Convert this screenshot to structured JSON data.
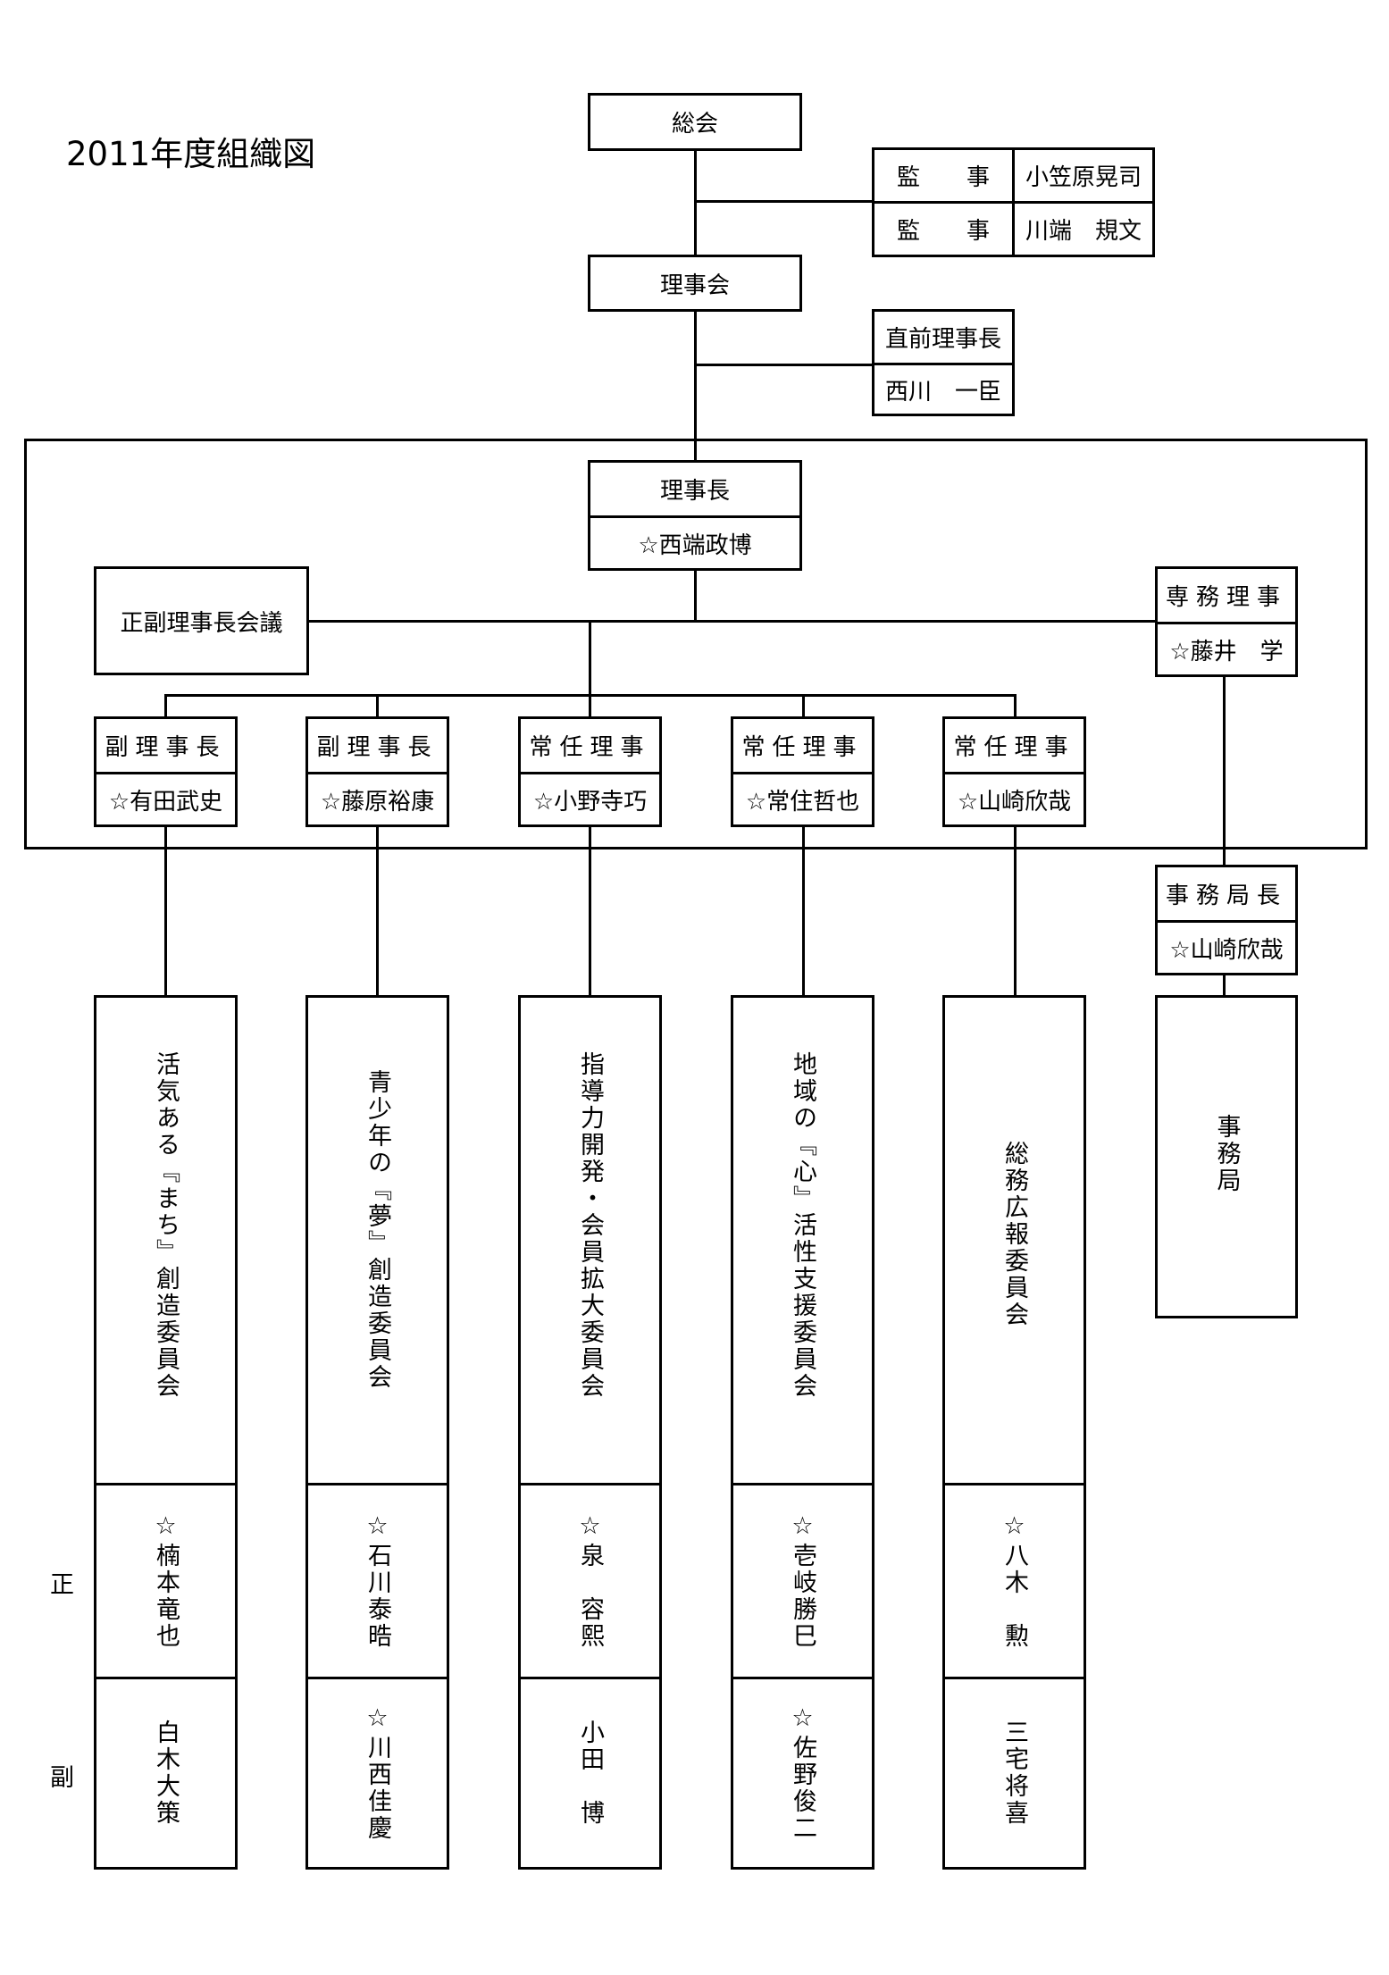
{
  "title": "2011年度組織図",
  "general_assembly": "総会",
  "auditors": [
    {
      "role": "監　　事",
      "name": "小笠原晃司"
    },
    {
      "role": "監　　事",
      "name": "川端　規文"
    }
  ],
  "board": "理事会",
  "past_president": {
    "role": "直前理事長",
    "name": "西川　一臣"
  },
  "president": {
    "role": "理事長",
    "name": "☆西端政博"
  },
  "vice_meeting": "正副理事長会議",
  "executive_director": {
    "role": "専務理事",
    "name": "☆藤井　学"
  },
  "officers": [
    {
      "role": "副理事長",
      "name": "☆有田武史"
    },
    {
      "role": "副理事長",
      "name": "☆藤原裕康"
    },
    {
      "role": "常任理事",
      "name": "☆小野寺巧"
    },
    {
      "role": "常任理事",
      "name": "☆常住哲也"
    },
    {
      "role": "常任理事",
      "name": "☆山崎欣哉"
    }
  ],
  "secretariat_head": {
    "role": "事務局長",
    "name": "☆山崎欣哉"
  },
  "secretariat": "事務局",
  "row_labels": {
    "chair": "正",
    "vice": "副"
  },
  "committees": [
    {
      "name": "活気ある『まち』創造委員会",
      "chair": "☆楠本竜也",
      "vice": "白木大策"
    },
    {
      "name": "青少年の『夢』創造委員会",
      "chair": "☆石川泰晧",
      "vice": "☆川西佳慶"
    },
    {
      "name": "指導力開発・会員拡大委員会",
      "chair": "☆泉　容熙",
      "vice": "小田　博"
    },
    {
      "name": "地域の『心』活性支援委員会",
      "chair": "☆壱岐勝巳",
      "vice": "☆佐野俊二"
    },
    {
      "name": "総務広報委員会",
      "chair": "☆八木　勲",
      "vice": "三宅将喜"
    }
  ]
}
